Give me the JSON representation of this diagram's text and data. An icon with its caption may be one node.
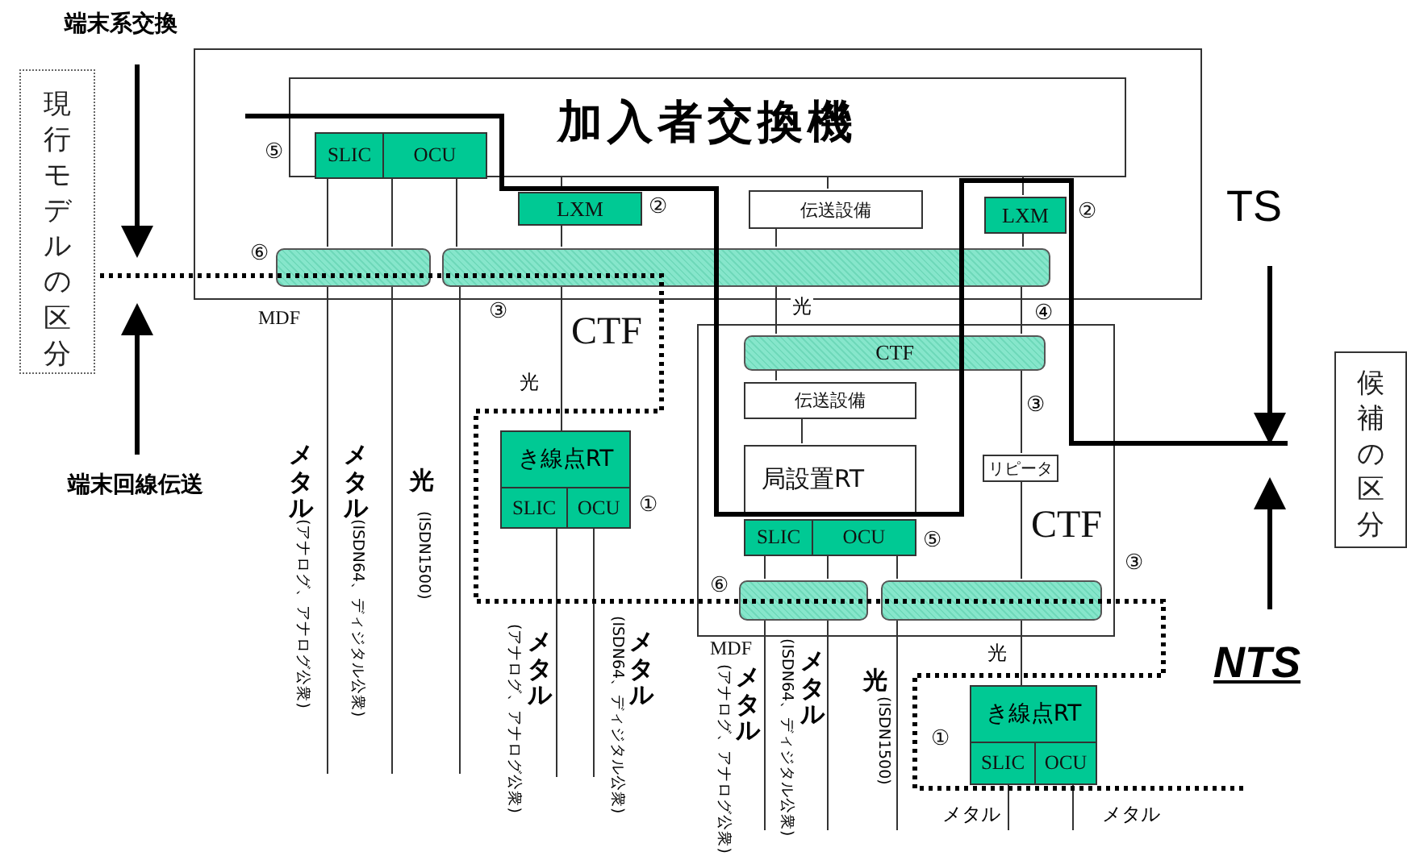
{
  "diagram": {
    "nodes": [
      {
        "text": [],
        "shape": "box"
      },
      {
        "text": [
          "加入者交換機"
        ],
        "in": 0
      },
      {
        "text": [
          "SLIC",
          "OCU"
        ],
        "in": 1,
        "beside": [
          "⑤"
        ]
      },
      {
        "text": [
          "LXM"
        ],
        "in": 0,
        "beside": [
          "②"
        ]
      },
      {
        "text": [
          "伝送設備"
        ],
        "in": 0
      },
      {
        "text": [
          "LXM"
        ],
        "in": 0,
        "beside": [
          "②"
        ]
      },
      {
        "text": [],
        "shape": "bar",
        "in": 0,
        "beside": [
          "⑥",
          "MDF"
        ]
      },
      {
        "text": [],
        "shape": "bar",
        "in": 0,
        "beside": [
          "③",
          "CTF"
        ]
      },
      {
        "text": [],
        "shape": "box"
      },
      {
        "text": [
          "CTF"
        ],
        "in": 8
      },
      {
        "text": [
          "伝送設備"
        ],
        "in": 8
      },
      {
        "text": [
          "局設置RT"
        ],
        "in": 8
      },
      {
        "text": [
          "SLIC",
          "OCU"
        ],
        "in": 8,
        "beside": [
          "⑤"
        ]
      },
      {
        "text": [
          "リピータ"
        ],
        "in": 8
      },
      {
        "text": [],
        "shape": "bar",
        "in": 8,
        "beside": [
          "⑥",
          "MDF"
        ]
      },
      {
        "text": [],
        "shape": "bar",
        "in": 8,
        "beside": [
          "③",
          "CTF"
        ]
      },
      {
        "text": [
          "き線点RT",
          "SLIC",
          "OCU"
        ],
        "beside": [
          "①"
        ]
      },
      {
        "text": [
          "き線点RT",
          "SLIC",
          "OCU"
        ],
        "beside": [
          "①"
        ]
      },
      {
        "text": [
          "候補の区分"
        ]
      },
      {
        "text": [
          "現行モデルの区分"
        ]
      }
    ],
    "edges": [
      {
        "from": 2,
        "to": 6,
        "arrow": "none"
      },
      {
        "from": 2,
        "to": 6,
        "arrow": "none"
      },
      {
        "from": 2,
        "to": 7,
        "arrow": "none"
      },
      {
        "from": 6,
        "to": null,
        "arrow": "none"
      },
      {
        "from": 6,
        "to": null,
        "arrow": "none"
      },
      {
        "from": 7,
        "to": null,
        "arrow": "none"
      },
      {
        "from": 1,
        "to": 3,
        "arrow": "none"
      },
      {
        "from": 3,
        "to": 7,
        "arrow": "none"
      },
      {
        "from": 7,
        "to": 16,
        "arrow": "none",
        "label": "光"
      },
      {
        "from": 16,
        "to": null,
        "arrow": "none"
      },
      {
        "from": 16,
        "to": null,
        "arrow": "none"
      },
      {
        "from": 1,
        "to": 4,
        "arrow": "none"
      },
      {
        "from": 4,
        "to": 7,
        "arrow": "none"
      },
      {
        "from": 1,
        "to": 5,
        "arrow": "none"
      },
      {
        "from": 5,
        "to": 7,
        "arrow": "none"
      },
      {
        "from": 7,
        "to": 9,
        "arrow": "none"
      },
      {
        "from": 9,
        "to": 10,
        "arrow": "none"
      },
      {
        "from": 10,
        "to": 11,
        "arrow": "none"
      },
      {
        "from": 9,
        "to": 13,
        "arrow": "none"
      },
      {
        "from": 13,
        "to": 15,
        "arrow": "none"
      },
      {
        "from": 15,
        "to": 17,
        "arrow": "none",
        "label": "光"
      },
      {
        "from": 12,
        "to": 14,
        "arrow": "none"
      },
      {
        "from": 12,
        "to": 14,
        "arrow": "none"
      },
      {
        "from": 12,
        "to": 15,
        "arrow": "none"
      },
      {
        "from": 14,
        "to": null,
        "arrow": "none"
      },
      {
        "from": 14,
        "to": null,
        "arrow": "none"
      },
      {
        "from": 15,
        "to": null,
        "arrow": "none"
      },
      {
        "from": 17,
        "to": null,
        "arrow": "none",
        "label": "メタル"
      },
      {
        "from": 17,
        "to": null,
        "arrow": "none",
        "label": "メタル"
      },
      {
        "from": 7,
        "to": 9,
        "arrow": "none",
        "label": "光"
      }
    ],
    "labels": [
      "端末系交換",
      "端末回線伝送",
      "TS",
      "NTS",
      "メタル",
      "(アナログ、アナログ公衆)",
      "メタル",
      "(ISDN64、ディジタル公衆)",
      "光",
      "(ISDN1500)",
      "メタル",
      "(アナログ、アナログ公衆)",
      "メタル",
      "(ISDN64、ディジタル公衆)",
      "(アナログ、アナログ公衆)",
      "メタル",
      "(ISDN64、ディジタル公衆)",
      "メタル",
      "光",
      "(ISDN1500)",
      "④",
      "③"
    ]
  }
}
